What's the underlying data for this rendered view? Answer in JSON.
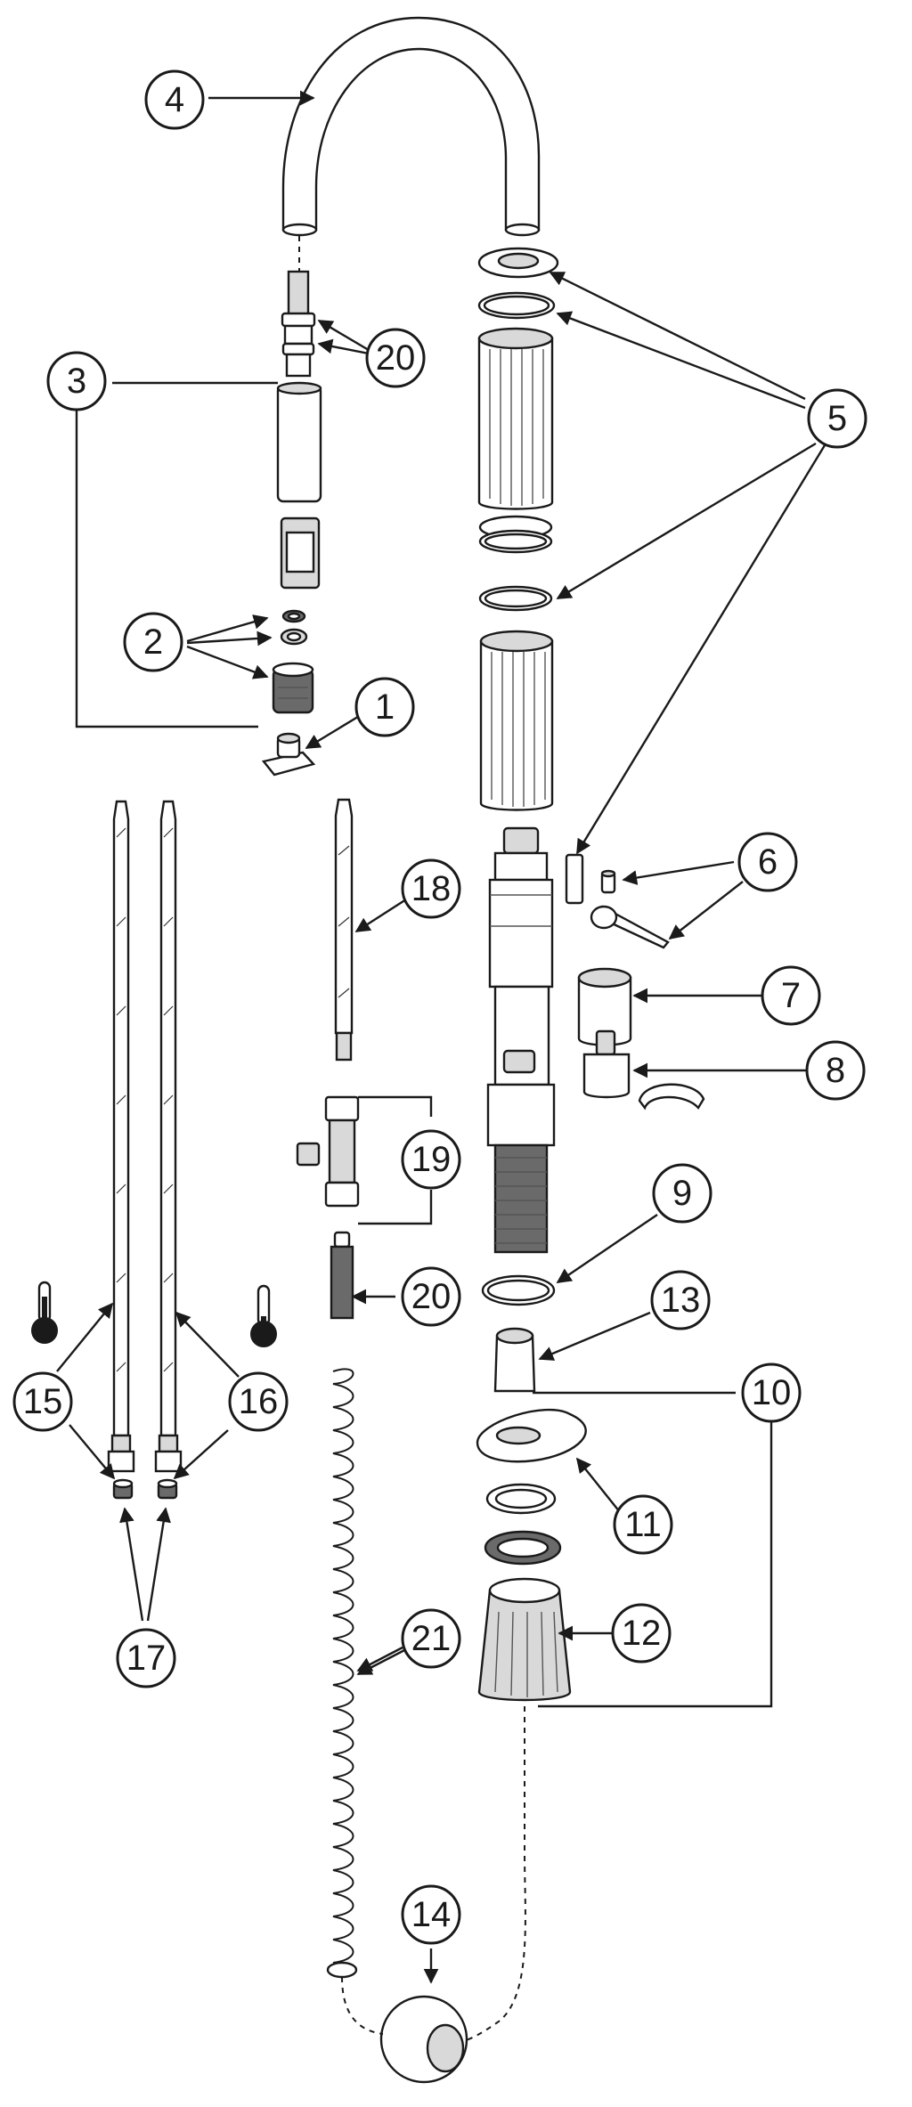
{
  "diagram": {
    "callouts": [
      {
        "id": "1",
        "label": "1"
      },
      {
        "id": "2",
        "label": "2"
      },
      {
        "id": "3",
        "label": "3"
      },
      {
        "id": "4",
        "label": "4"
      },
      {
        "id": "5",
        "label": "5"
      },
      {
        "id": "6",
        "label": "6"
      },
      {
        "id": "7",
        "label": "7"
      },
      {
        "id": "8",
        "label": "8"
      },
      {
        "id": "9",
        "label": "9"
      },
      {
        "id": "10",
        "label": "10"
      },
      {
        "id": "11",
        "label": "11"
      },
      {
        "id": "12",
        "label": "12"
      },
      {
        "id": "13",
        "label": "13"
      },
      {
        "id": "14",
        "label": "14"
      },
      {
        "id": "15",
        "label": "15"
      },
      {
        "id": "16",
        "label": "16"
      },
      {
        "id": "17",
        "label": "17"
      },
      {
        "id": "18",
        "label": "18"
      },
      {
        "id": "19",
        "label": "19"
      },
      {
        "id": "20a",
        "label": "20"
      },
      {
        "id": "20b",
        "label": "20"
      },
      {
        "id": "21",
        "label": "21"
      }
    ],
    "icons": [
      "hot-thermometer-icon",
      "cold-thermometer-icon"
    ],
    "colors": {
      "line": "#1a1a1a",
      "shade": "#d9d9d9",
      "dark": "#6a6a6a",
      "background": "#ffffff"
    }
  }
}
